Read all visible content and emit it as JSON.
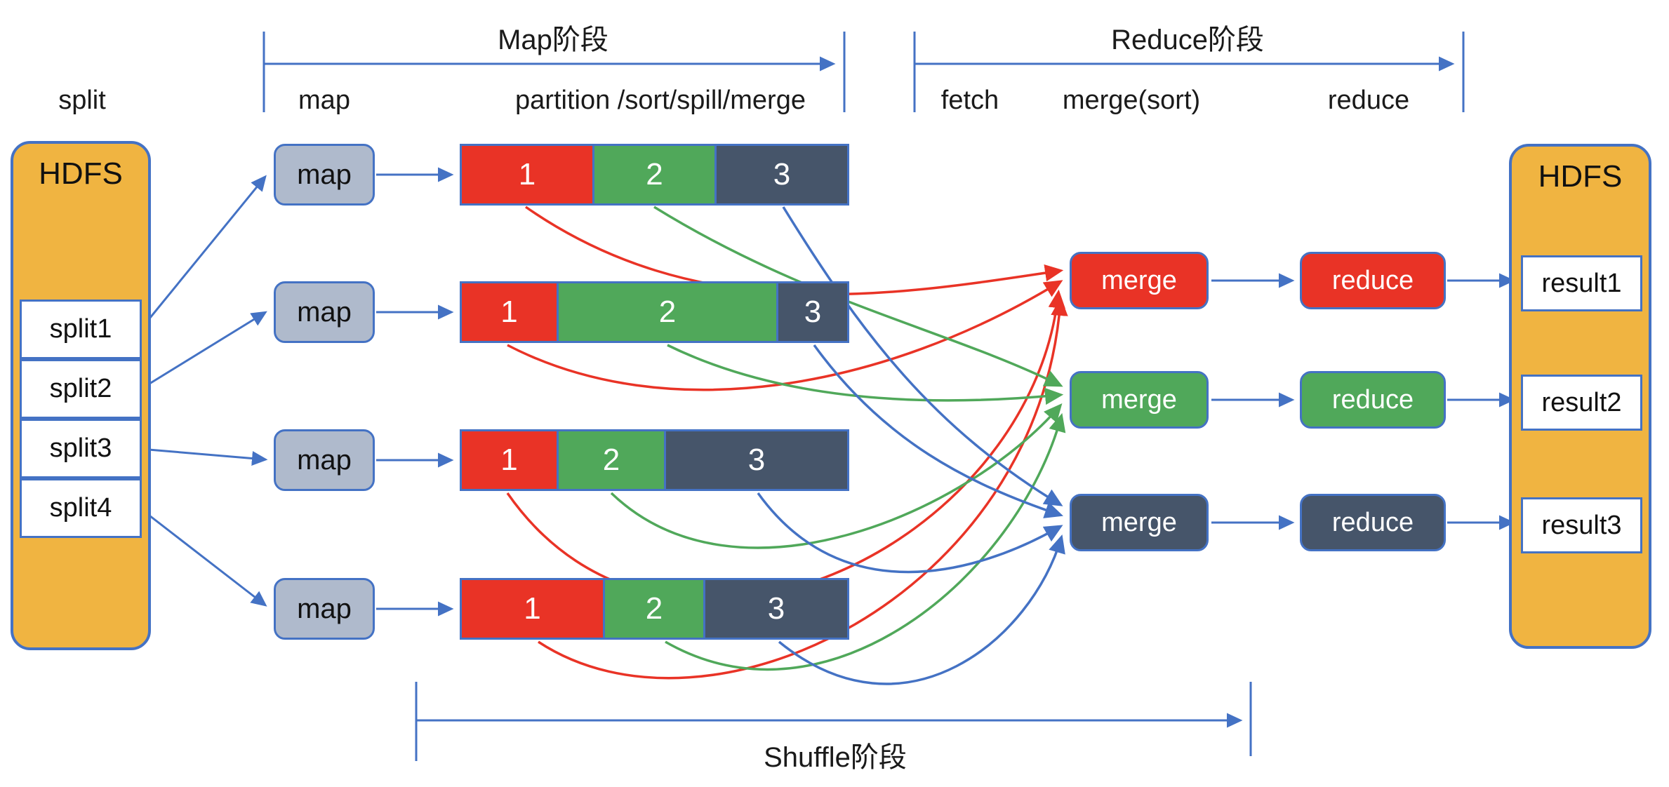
{
  "phases": {
    "map": "Map阶段",
    "reduce": "Reduce阶段",
    "shuffle": "Shuffle阶段"
  },
  "columns": {
    "split": "split",
    "map": "map",
    "partition": "partition /sort/spill/merge",
    "fetch": "fetch",
    "merge_sort": "merge(sort)",
    "reduce": "reduce"
  },
  "hdfs_input": {
    "title": "HDFS",
    "splits": [
      {
        "label": "split1"
      },
      {
        "label": "split2"
      },
      {
        "label": "split3"
      },
      {
        "label": "split4"
      }
    ]
  },
  "map_tasks": [
    {
      "label": "map"
    },
    {
      "label": "map"
    },
    {
      "label": "map"
    },
    {
      "label": "map"
    }
  ],
  "partition_bars": [
    {
      "segments": [
        {
          "label": "1"
        },
        {
          "label": "2"
        },
        {
          "label": "3"
        }
      ]
    },
    {
      "segments": [
        {
          "label": "1"
        },
        {
          "label": "2"
        },
        {
          "label": "3"
        }
      ]
    },
    {
      "segments": [
        {
          "label": "1"
        },
        {
          "label": "2"
        },
        {
          "label": "3"
        }
      ]
    },
    {
      "segments": [
        {
          "label": "1"
        },
        {
          "label": "2"
        },
        {
          "label": "3"
        }
      ]
    }
  ],
  "merge_tasks": [
    {
      "label": "merge"
    },
    {
      "label": "merge"
    },
    {
      "label": "merge"
    }
  ],
  "reduce_tasks": [
    {
      "label": "reduce"
    },
    {
      "label": "reduce"
    },
    {
      "label": "reduce"
    }
  ],
  "hdfs_output": {
    "title": "HDFS",
    "results": [
      {
        "label": "result1"
      },
      {
        "label": "result2"
      },
      {
        "label": "result3"
      }
    ]
  },
  "colors": {
    "accent_blue": "#4472C4",
    "partition1_red": "#E93326",
    "partition2_green": "#50A85A",
    "partition3_slate": "#46556A",
    "hdfs_orange": "#F0B441",
    "map_gray": "#AFBACC"
  }
}
